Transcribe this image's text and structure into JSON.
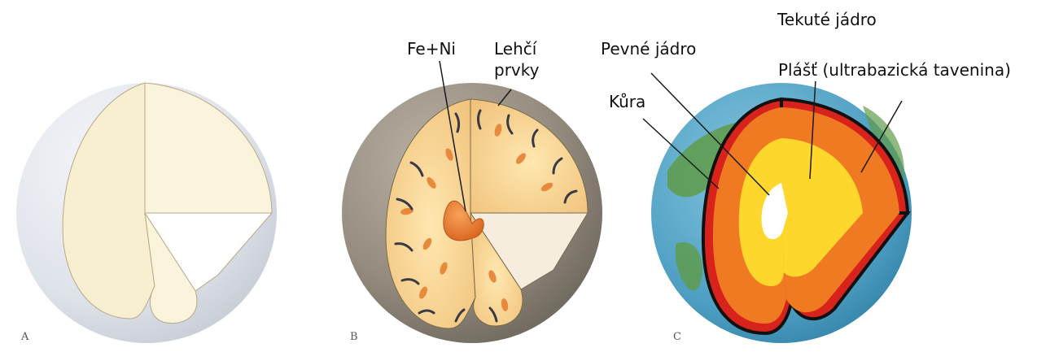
{
  "panels": [
    {
      "letter": "A"
    },
    {
      "letter": "B"
    },
    {
      "letter": "C"
    }
  ],
  "panel_b": {
    "labels": {
      "iron_nickel": "Fe+Ni",
      "lighter_elements_line1": "Lehčí",
      "lighter_elements_line2": "prvky"
    }
  },
  "panel_c": {
    "labels": {
      "liquid_core": "Tekuté jádro",
      "solid_core": "Pevné jádro",
      "mantle": "Plášť (ultrabazická tavenina)",
      "crust": "Kůra"
    }
  },
  "colors": {
    "cream": "#fbf4dc",
    "globe_a": "#dfe3ea",
    "globe_b": "#8e8578",
    "ocean": "#4f9fc3",
    "land": "#5f9b49",
    "crust": "#d8231d",
    "mantle": "#f07a22",
    "liquid_core": "#fdd72c",
    "solid_core": "#ffffff"
  }
}
